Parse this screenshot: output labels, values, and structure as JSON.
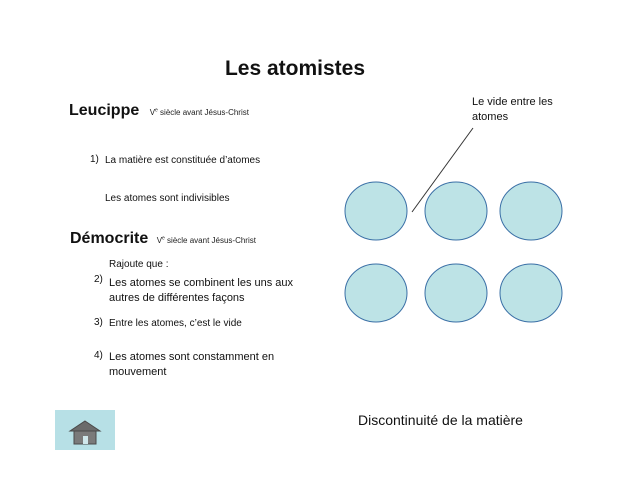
{
  "title": "Les atomistes",
  "leucippe": {
    "name": "Leucippe",
    "era_prefix": "V",
    "era_sup": "e",
    "era_rest": " siècle avant Jésus-Christ",
    "point1_num": "1)",
    "point1_text": "La matière est constituée d’atomes",
    "point2_text": "Les atomes sont indivisibles"
  },
  "democrite": {
    "name": "Démocrite",
    "era_prefix": "V",
    "era_sup": "e",
    "era_rest": " siècle avant Jésus-Christ",
    "intro": "Rajoute que :",
    "point2_num": "2)",
    "point2_text": "Les atomes se combinent les uns aux autres de différentes façons",
    "point3_num": "3)",
    "point3_text": "Entre les atomes, c’est le vide",
    "point4_num": "4)",
    "point4_text": "Les atomes sont constamment en mouvement"
  },
  "diagram": {
    "void_label": "Le vide entre les atomes",
    "atom_fill": "#bde3e6",
    "atom_stroke": "#3a6fa6"
  },
  "conclusion": "Discontinuité de la matière",
  "home_button": {
    "icon": "home-icon",
    "background": "#b7e0e6"
  }
}
